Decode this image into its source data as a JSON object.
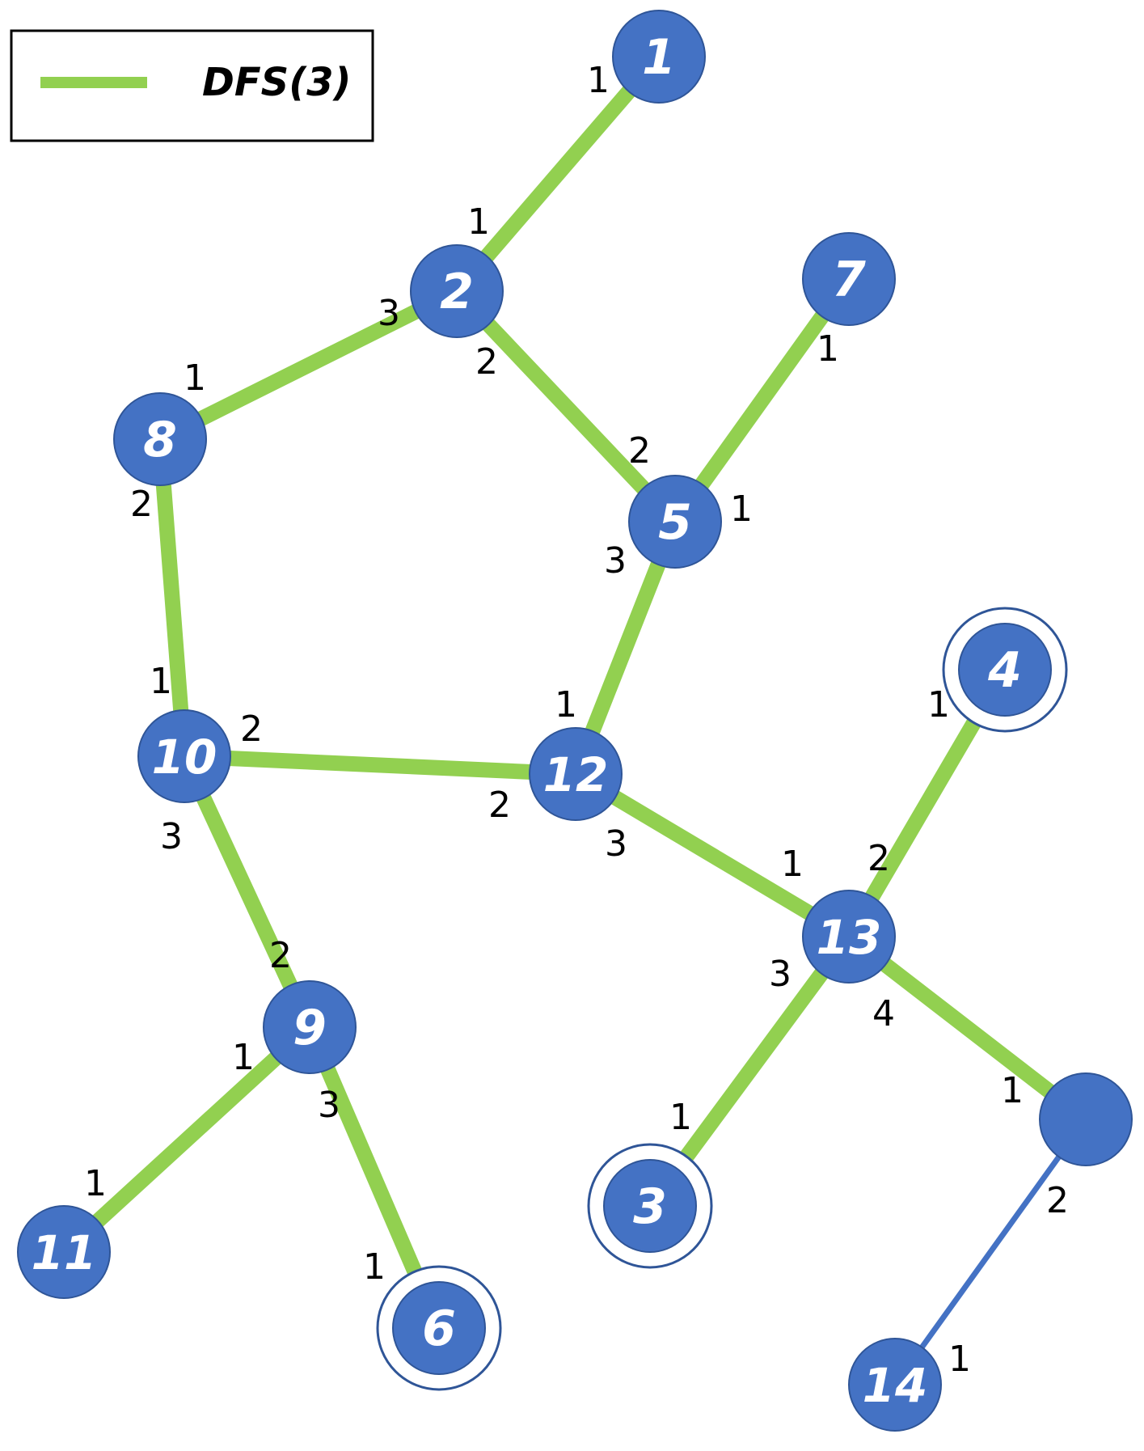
{
  "legend": {
    "label": "DFS(3)",
    "line_color": "#92d050"
  },
  "colors": {
    "node": "#4472c4",
    "node_stroke": "#2f5597",
    "tree_edge": "#92d050",
    "other_edge": "#4472c4"
  },
  "nodes": [
    {
      "id": "n1",
      "label": "1"
    },
    {
      "id": "n2",
      "label": "2"
    },
    {
      "id": "n7",
      "label": "7"
    },
    {
      "id": "n8",
      "label": "8"
    },
    {
      "id": "n5",
      "label": "5"
    },
    {
      "id": "n4",
      "label": "4",
      "ring": true
    },
    {
      "id": "n10",
      "label": "10"
    },
    {
      "id": "n12",
      "label": "12"
    },
    {
      "id": "n13",
      "label": "13"
    },
    {
      "id": "n9",
      "label": "9"
    },
    {
      "id": "n15",
      "label": ""
    },
    {
      "id": "n3",
      "label": "3",
      "ring": true
    },
    {
      "id": "n11",
      "label": "11"
    },
    {
      "id": "n6",
      "label": "6",
      "ring": true
    },
    {
      "id": "n14",
      "label": "14"
    }
  ],
  "edges": [
    {
      "from": "n1",
      "to": "n2",
      "type": "tree",
      "from_port": "1",
      "to_port": "1"
    },
    {
      "from": "n2",
      "to": "n8",
      "type": "tree",
      "from_port": "3",
      "to_port": "1"
    },
    {
      "from": "n2",
      "to": "n5",
      "type": "tree",
      "from_port": "2",
      "to_port": "2"
    },
    {
      "from": "n7",
      "to": "n5",
      "type": "tree",
      "from_port": "1",
      "to_port": "1"
    },
    {
      "from": "n8",
      "to": "n10",
      "type": "tree",
      "from_port": "2",
      "to_port": "1"
    },
    {
      "from": "n5",
      "to": "n12",
      "type": "tree",
      "from_port": "3",
      "to_port": "1"
    },
    {
      "from": "n10",
      "to": "n12",
      "type": "tree",
      "from_port": "2",
      "to_port": "2"
    },
    {
      "from": "n10",
      "to": "n9",
      "type": "tree",
      "from_port": "3",
      "to_port": "2"
    },
    {
      "from": "n12",
      "to": "n13",
      "type": "tree",
      "from_port": "3",
      "to_port": "1"
    },
    {
      "from": "n4",
      "to": "n13",
      "type": "tree",
      "from_port": "1",
      "to_port": "2"
    },
    {
      "from": "n13",
      "to": "n3",
      "type": "tree",
      "from_port": "3",
      "to_port": "1"
    },
    {
      "from": "n13",
      "to": "n15",
      "type": "tree",
      "from_port": "4",
      "to_port": "1"
    },
    {
      "from": "n9",
      "to": "n11",
      "type": "tree",
      "from_port": "1",
      "to_port": "1"
    },
    {
      "from": "n9",
      "to": "n6",
      "type": "tree",
      "from_port": "3",
      "to_port": "1"
    },
    {
      "from": "n15",
      "to": "n14",
      "type": "other",
      "from_port": "2",
      "to_port": "1"
    }
  ]
}
